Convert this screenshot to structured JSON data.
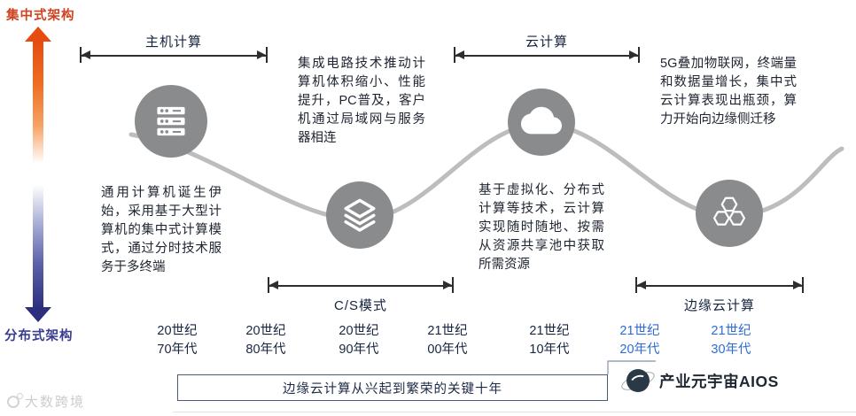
{
  "axis": {
    "top_label": "集中式架构",
    "bottom_label": "分布式架构",
    "top_color": "#cf4320",
    "bottom_color": "#3a3d90"
  },
  "eras": {
    "mainframe": {
      "label": "主机计算"
    },
    "cloud": {
      "label": "云计算"
    },
    "cs": {
      "label": "C/S模式"
    },
    "edge": {
      "label": "边缘云计算"
    }
  },
  "nodes": [
    {
      "icon": "server-icon"
    },
    {
      "icon": "layers-icon"
    },
    {
      "icon": "cloud-icon"
    },
    {
      "icon": "hexagons-icon"
    }
  ],
  "descriptions": {
    "mainframe": "通用计算机诞生伊始，采用基于大型计算机的集中式计算模式，通过分时技术服务于多终端",
    "pc": "集成电路技术推动计算机体积缩小、性能提升，PC普及，客户机通过局域网与服务器相连",
    "cloud": "基于虚拟化、分布式计算等技术，云计算实现随时随地、按需从资源共享池中获取所需资源",
    "edge": "5G叠加物联网，终端量和数据量增长，集中式云计算表现出瓶颈，算力开始向边缘侧迁移"
  },
  "timeline": [
    {
      "line1": "20世纪",
      "line2": "70年代",
      "highlight": false
    },
    {
      "line1": "20世纪",
      "line2": "80年代",
      "highlight": false
    },
    {
      "line1": "20世纪",
      "line2": "90年代",
      "highlight": false
    },
    {
      "line1": "21世纪",
      "line2": "00年代",
      "highlight": false
    },
    {
      "line1": "21世纪",
      "line2": "10年代",
      "highlight": false
    },
    {
      "line1": "21世纪",
      "line2": "20年代",
      "highlight": true
    },
    {
      "line1": "21世纪",
      "line2": "30年代",
      "highlight": true
    }
  ],
  "key_note": "边缘云计算从兴起到繁荣的关键十年",
  "watermark": "大数跨境",
  "brand": "产业元宇宙AIOS",
  "colors": {
    "node_gray": "#8a8b8d",
    "wave_gray": "#bdbdbd",
    "line_dark": "#2e2e2e",
    "timeline_highlight": "#2e6cd4",
    "text_dark": "#1e2430"
  }
}
